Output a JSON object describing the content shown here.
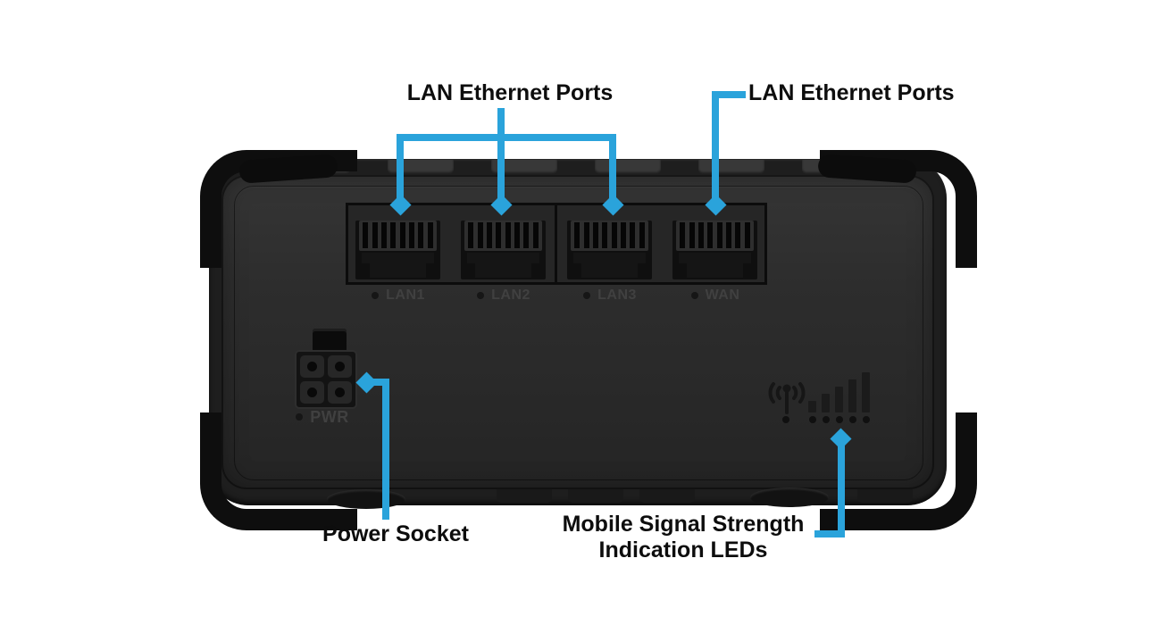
{
  "colors": {
    "accent_blue": "#2AA3DB",
    "device_body": "#2d2d2d",
    "device_trim": "#0e0e0e",
    "port_label_gray": "#404040",
    "callout_text": "#0d0d0d"
  },
  "callouts": {
    "lan_left": {
      "label": "LAN Ethernet Ports"
    },
    "lan_right": {
      "label": "LAN Ethernet Ports"
    },
    "power": {
      "label": "Power Socket"
    },
    "mobile": {
      "label_line1": "Mobile Signal Strength",
      "label_line2": "Indication LEDs"
    }
  },
  "device": {
    "ports": [
      {
        "label": "LAN1"
      },
      {
        "label": "LAN2"
      },
      {
        "label": "LAN3"
      },
      {
        "label": "WAN"
      }
    ],
    "power_port_label": "PWR",
    "signal": {
      "icon": "cellular-antenna-icon",
      "bars": 5,
      "led_count": 6
    }
  }
}
